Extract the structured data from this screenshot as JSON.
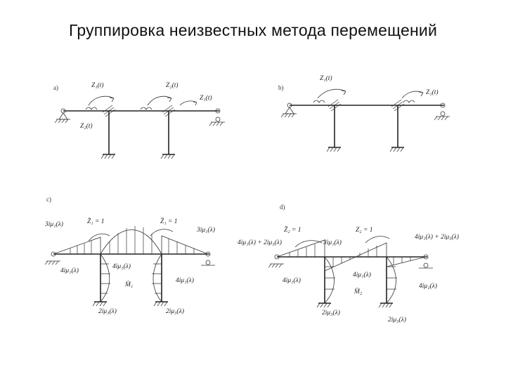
{
  "title": "Группировка неизвестных метода перемещений",
  "panels": {
    "a": {
      "label": "a)",
      "z1": "Z₁(t)",
      "z2_top": "Z₂(t)",
      "z1_right": "Z₁(t)",
      "z2_left": "Z₂(t)"
    },
    "b": {
      "label": "b)",
      "z1_top": "Z₁(t)",
      "z1_right": "Z₁(t)"
    },
    "c": {
      "label": "c)",
      "z1_left": "Z̄₁ = 1",
      "z1_right": "Z̄₁ = 1",
      "left_top": "3iμ₁(λ)",
      "right_top": "3iμ₁(λ)",
      "left_mid": "4iμ₁(λ)",
      "center_mid": "4iμ₁(λ)",
      "right_mid": "4iμ₁(λ)",
      "diagram": "M̄₁",
      "bottom_left": "2iμ₃(λ)",
      "bottom_right": "2iμ₃(λ)"
    },
    "d": {
      "label": "d)",
      "z2_left": "Z̄₂ = 1",
      "z2_right": "Z₂ = 1",
      "left_top": "4iμ₁(λ) + 2iμ₃(λ)",
      "center_top": "3iμ₁(λ)",
      "right_top": "4iμ₁(λ) + 2iμ₃(λ)",
      "left_mid": "4iμ₁(λ)",
      "center_mid": "4iμ₁(λ)",
      "right_mid": "4iμ₂(λ)",
      "diagram": "M̄₂",
      "bottom_left": "2iμ₃(λ)",
      "bottom_right": "2iμ₃(λ)"
    }
  }
}
